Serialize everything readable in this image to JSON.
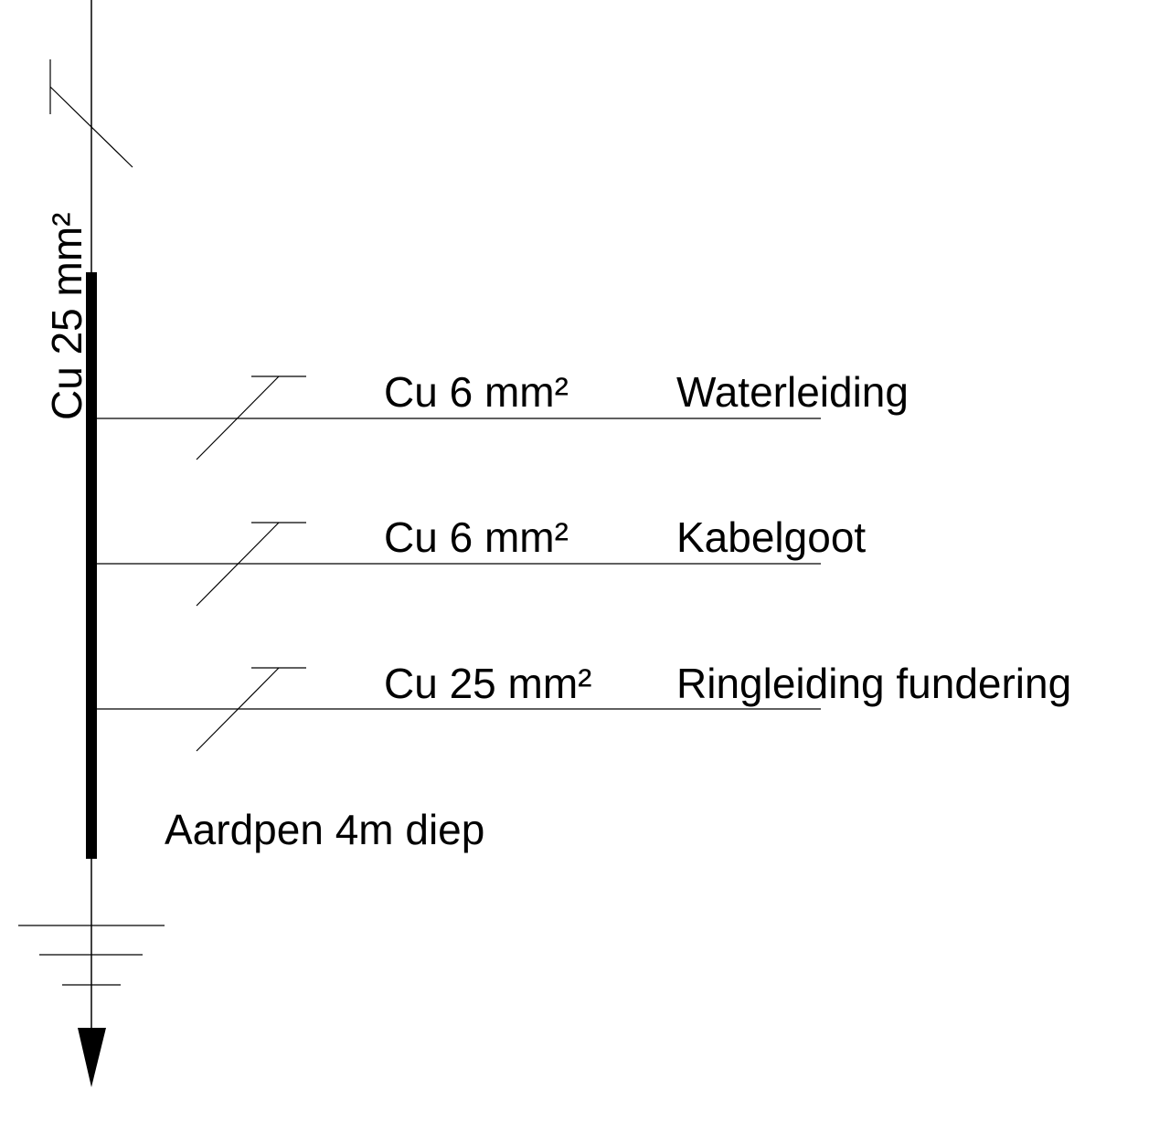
{
  "main_conductor": {
    "label": "Cu 25 mm²"
  },
  "branches": [
    {
      "conductor": "Cu 6 mm²",
      "destination": "Waterleiding"
    },
    {
      "conductor": "Cu 6 mm²",
      "destination": "Kabelgoot"
    },
    {
      "conductor": "Cu 25 mm²",
      "destination": "Ringleiding fundering"
    }
  ],
  "earth_rod": {
    "label": "Aardpen 4m diep"
  },
  "colors": {
    "line": "#000000",
    "background": "#ffffff"
  }
}
